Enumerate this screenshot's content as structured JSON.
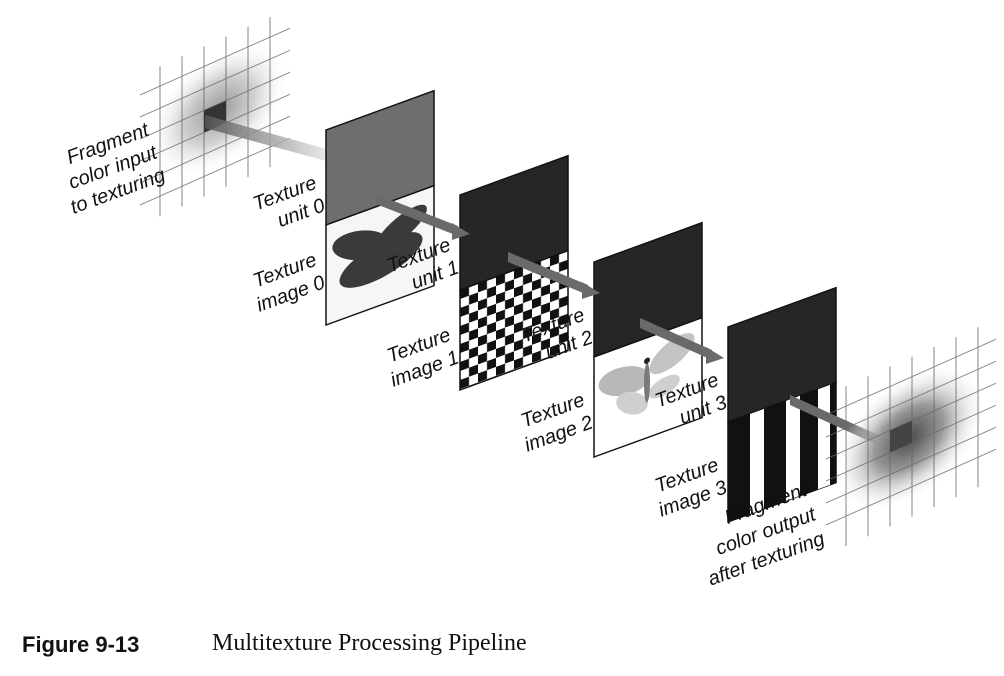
{
  "labels": {
    "fragment_input": [
      "Fragment",
      "color input",
      "to texturing"
    ],
    "unit0": [
      "Texture",
      "unit 0"
    ],
    "image0": [
      "Texture",
      "image 0"
    ],
    "unit1": [
      "Texture",
      "unit 1"
    ],
    "image1": [
      "Texture",
      "image 1"
    ],
    "unit2": [
      "Texture",
      "unit 2"
    ],
    "image2": [
      "Texture",
      "image 2"
    ],
    "unit3": [
      "Texture",
      "unit 3"
    ],
    "image3": [
      "Texture",
      "image 3"
    ],
    "fragment_output": [
      "Fragment",
      "color output",
      "after texturing"
    ]
  },
  "caption": {
    "number": "Figure 9-13",
    "title": "Multitexture Processing Pipeline"
  }
}
